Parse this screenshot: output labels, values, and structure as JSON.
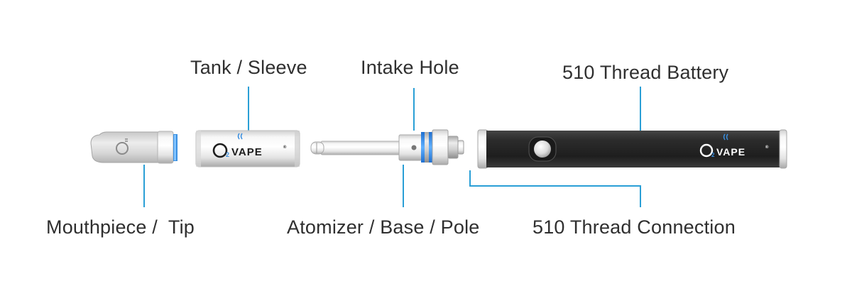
{
  "labels": {
    "tank": "Tank / Sleeve",
    "intake": "Intake Hole",
    "battery": "510 Thread Battery",
    "mouthpiece": "Mouthpiece /  Tip",
    "atomizer": "Atomizer / Base / Pole",
    "connection": "510 Thread Connection"
  },
  "brand": {
    "o": "O",
    "sub": "2",
    "name": "VAPE",
    "reg": "®"
  },
  "colors": {
    "leader": "#2a9fd6",
    "accent_ring": "#3a8fe0",
    "battery_body": "#2b2b2b",
    "text": "#2f2f2f"
  }
}
